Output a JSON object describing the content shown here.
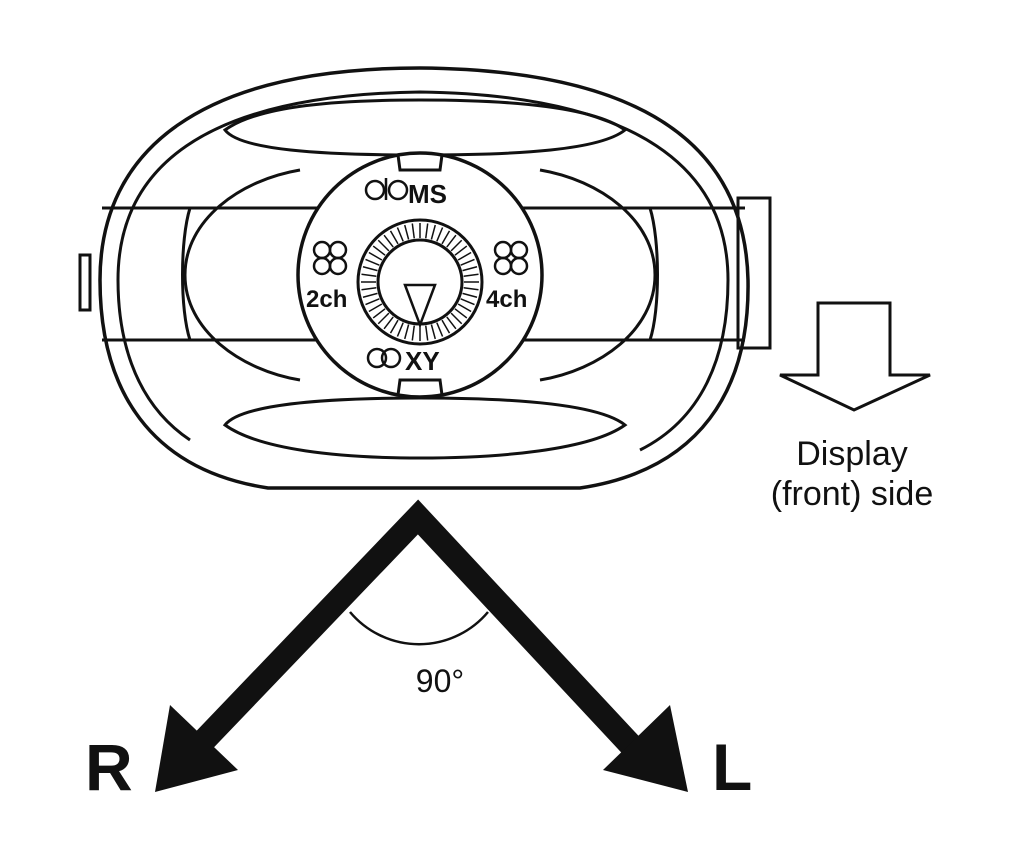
{
  "dial": {
    "ms": "MS",
    "xy": "XY",
    "ch2": "2ch",
    "ch4": "4ch"
  },
  "display_note": {
    "line1": "Display",
    "line2": "(front) side"
  },
  "angle": "90°",
  "channels": {
    "right": "R",
    "left": "L"
  },
  "colors": {
    "ink": "#111111",
    "background": "#ffffff"
  }
}
